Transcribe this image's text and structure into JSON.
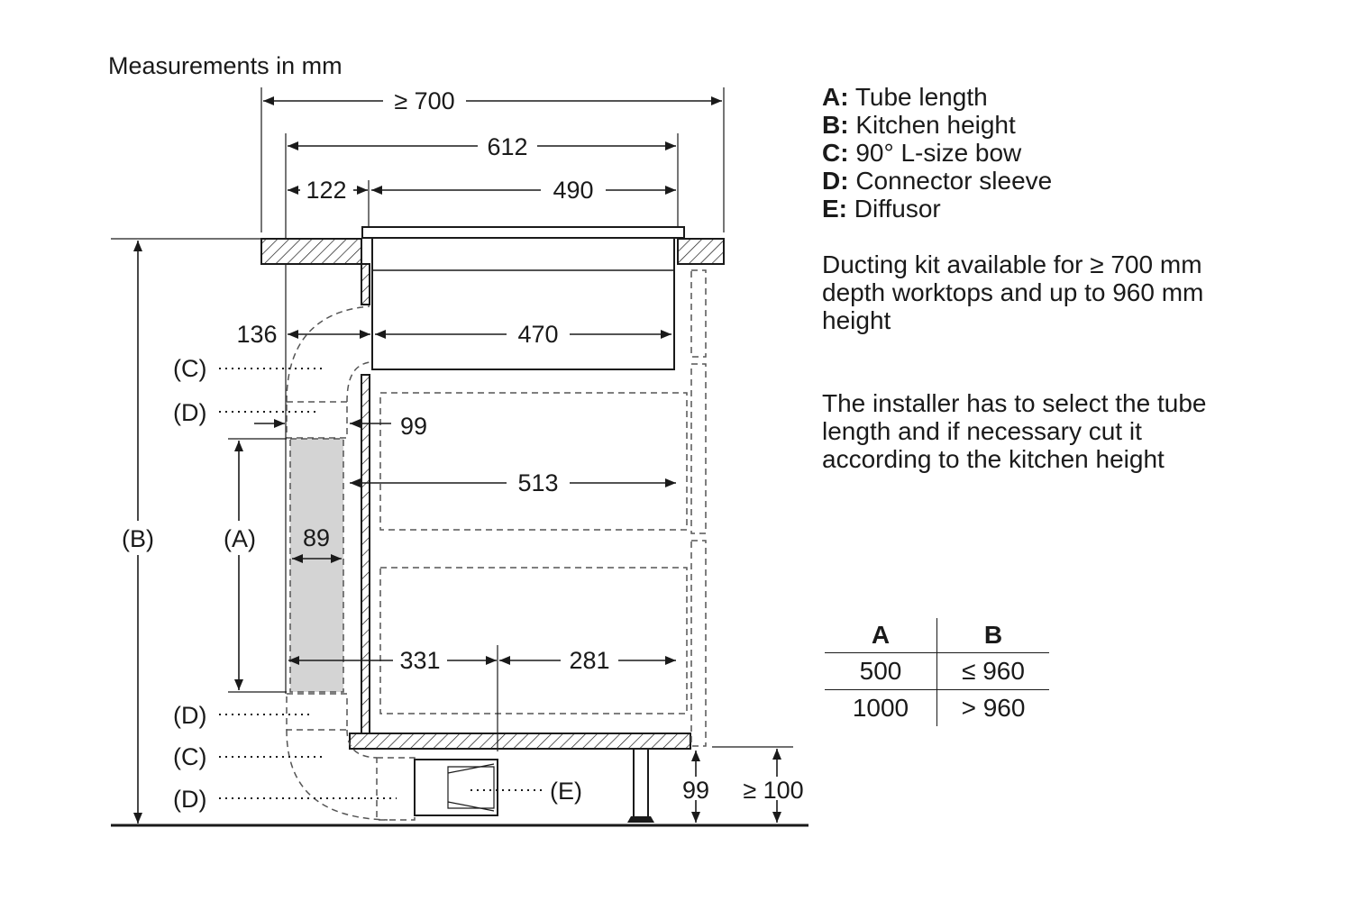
{
  "caption": "Measurements in mm",
  "dimensions": {
    "total_depth": "≥ 700",
    "appliance_depth": "612",
    "offset_front": "122",
    "cutout_depth": "490",
    "left_gap": "136",
    "body_depth": "470",
    "wall_gap": "99",
    "cabinet_depth": "513",
    "tube_width": "89",
    "plinth_left": "331",
    "plinth_right": "281",
    "plinth_height": "99",
    "plinth_min": "≥ 100"
  },
  "callouts": {
    "A": "(A)",
    "B": "(B)",
    "C": "(C)",
    "D": "(D)",
    "E": "(E)"
  },
  "legend": [
    {
      "key": "A:",
      "text": " Tube length"
    },
    {
      "key": "B:",
      "text": " Kitchen height"
    },
    {
      "key": "C:",
      "text": " 90° L-size bow"
    },
    {
      "key": "D:",
      "text": " Connector sleeve"
    },
    {
      "key": "E:",
      "text": " Diffusor"
    }
  ],
  "notes": [
    "Ducting kit available for ≥ 700 mm depth worktops and up to 960 mm height",
    "The installer has to select the tube length and if necessary cut it according to the kitchen height"
  ],
  "table": {
    "headers": [
      "A",
      "B"
    ],
    "rows": [
      [
        "500",
        "≤ 960"
      ],
      [
        "1000",
        "> 960"
      ]
    ]
  }
}
